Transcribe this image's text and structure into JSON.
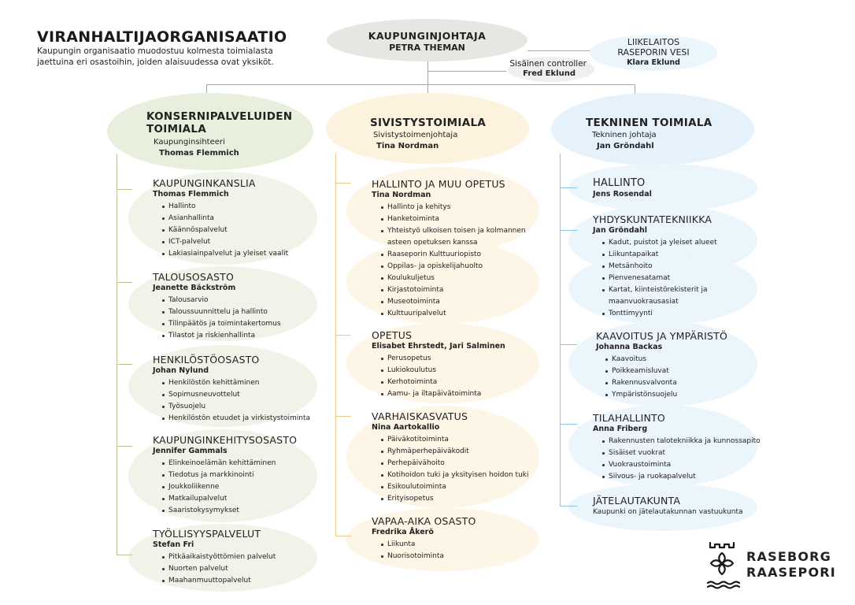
{
  "header": {
    "title": "VIRANHALTIJAORGANISAATIO",
    "subtitle": "Kaupungin organisaatio muodostuu kolmesta toimialasta jaettuina eri osastoihin, joiden alaisuudessa ovat yksiköt."
  },
  "top": {
    "ceo_title": "KAUPUNGINJOHTAJA",
    "ceo_name": "PETRA THEMAN",
    "utility_line1": "LIIKELAITOS",
    "utility_line2": "RASEPORIN VESI",
    "utility_name": "Klara Eklund",
    "controller_label": "Sisäinen controller",
    "controller_name": "Fred Eklund"
  },
  "colors": {
    "green": "#e9efdd",
    "green_line": "#b5c79a",
    "yellow": "#fdf2dd",
    "yellow_line": "#ecc88c",
    "blue": "#e5f2fb",
    "blue_line": "#8cc3e6",
    "grey": "#e8e6e3"
  },
  "konserni": {
    "title1": "KONSERNIPALVELUIDEN",
    "title2": "TOIMIALA",
    "role": "Kaupunginsihteeri",
    "person": "Thomas Flemmich",
    "units": [
      {
        "title": "KAUPUNGINKANSLIA",
        "person": "Thomas Flemmich",
        "items": [
          "Hallinto",
          "Asianhallinta",
          "Käännöspalvelut",
          "ICT-palvelut",
          "Lakiasiainpalvelut ja yleiset vaalit"
        ]
      },
      {
        "title": "TALOUSOSASTO",
        "person": "Jeanette Bäckström",
        "items": [
          "Talousarvio",
          "Taloussuunnittelu ja hallinto",
          "Tilinpäätös ja toimintakertomus",
          "Tilastot ja riskienhallinta"
        ]
      },
      {
        "title": "HENKILÖSTÖOSASTO",
        "person": "Johan Nylund",
        "items": [
          "Henkilöstön kehittäminen",
          "Sopimusneuvottelut",
          "Työsuojelu",
          "Henkilöstön etuudet ja virkistystoiminta"
        ]
      },
      {
        "title": "KAUPUNGINKEHITYSOSASTO",
        "person": "Jennifer Gammals",
        "items": [
          "Elinkeinoelämän kehittäminen",
          "Tiedotus ja markkinointi",
          "Joukkoliikenne",
          "Matkailupalvelut",
          "Saaristokysymykset"
        ]
      },
      {
        "title": "TYÖLLISYYSPALVELUT",
        "person": "Stefan Fri",
        "items": [
          "Pitkäaikaistyöttömien palvelut",
          "Nuorten palvelut",
          "Maahanmuuttopalvelut"
        ]
      }
    ]
  },
  "sivistys": {
    "title": "SIVISTYSTOIMIALA",
    "role": "Sivistystoimenjohtaja",
    "person": "Tina Nordman",
    "units": [
      {
        "title": "HALLINTO JA MUU OPETUS",
        "person": "Tina Nordman",
        "items": [
          "Hallinto ja kehitys",
          "Hanketoiminta",
          "Yhteistyö ulkoisen toisen ja kolmannen asteen opetuksen kanssa",
          "Raaseporin Kulttuuriopisto",
          "Oppilas- ja opiskelijahuolto",
          "Koulukuljetus",
          "Kirjastotoiminta",
          "Museotoiminta",
          "Kulttuuripalvelut"
        ]
      },
      {
        "title": "OPETUS",
        "person": "Elisabet Ehrstedt, Jari Salminen",
        "items": [
          "Perusopetus",
          "Lukiokoulutus",
          "Kerhotoiminta",
          "Aamu- ja iltapäivätoiminta"
        ]
      },
      {
        "title": "VARHAISKASVATUS",
        "person": "Nina Aartokallio",
        "items": [
          "Päiväkotitoiminta",
          "Ryhmäperhepäiväkodit",
          "Perhepäivähoito",
          "Kotihoidon tuki ja yksityisen hoidon tuki",
          "Esikoulutoiminta",
          "Erityisopetus"
        ]
      },
      {
        "title": "VAPAA-AIKA OSASTO",
        "person": "Fredrika Åkerö",
        "items": [
          "Liikunta",
          "Nuorisotoiminta"
        ]
      }
    ]
  },
  "tekninen": {
    "title": "TEKNINEN TOIMIALA",
    "role": "Tekninen johtaja",
    "person": "Jan Gröndahl",
    "units": [
      {
        "title": "HALLINTO",
        "person": "Jens Rosendal",
        "items": []
      },
      {
        "title": "YHDYSKUNTATEKNIIKKA",
        "person": "Jan Gröndahl",
        "items": [
          "Kadut, puistot ja yleiset alueet",
          "Liikuntapaikat",
          "Metsänhoito",
          "Pienvenesatamat",
          "Kartat, kiinteistörekisterit ja maanvuokrausasiat",
          "Tonttimyynti"
        ]
      },
      {
        "title": "KAAVOITUS JA YMPÄRISTÖ",
        "person": "Johanna Backas",
        "items": [
          "Kaavoitus",
          "Poikkeamisluvat",
          "Rakennusvalvonta",
          "Ympäristönsuojelu"
        ]
      },
      {
        "title": "TILAHALLINTO",
        "person": "Anna Friberg",
        "items": [
          "Rakennusten talotekniikka ja kunnossapito",
          "Sisäiset vuokrat",
          "Vuokraustoiminta",
          "Siivous- ja ruokapalvelut"
        ]
      },
      {
        "title": "JÄTELAUTAKUNTA",
        "desc": "Kaupunki on jätelautakunnan vastuukunta",
        "items": []
      }
    ]
  },
  "logo": {
    "line1": "RASEBORG",
    "line2": "RAASEPORI",
    "icon": "raseborg-castle-flower-logo"
  }
}
